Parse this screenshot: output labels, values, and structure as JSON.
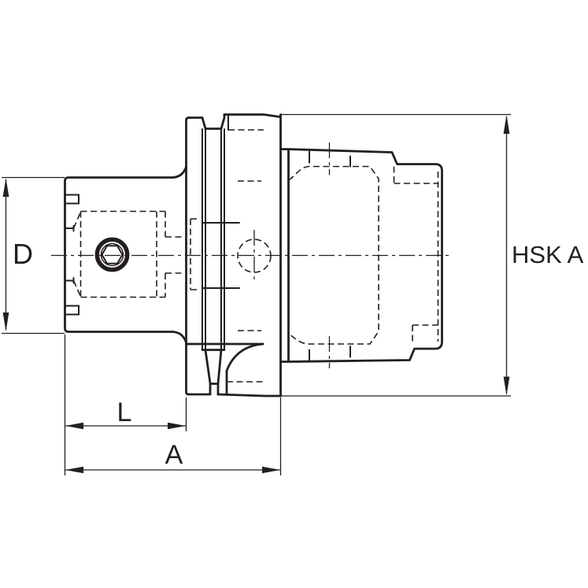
{
  "labels": {
    "d": "D",
    "l": "L",
    "a": "A",
    "hsk": "HSK A"
  },
  "colors": {
    "line": "#231f20",
    "background": "#ffffff"
  }
}
